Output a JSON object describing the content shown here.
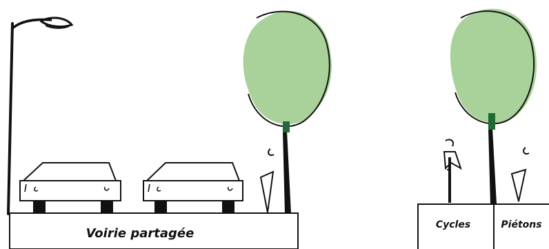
{
  "labels": {
    "shared_road": "Voirie partagée",
    "cycles": "Cycles",
    "pedestrians": "Piétons"
  },
  "colors": {
    "ink": "#111111",
    "foliage": "#a9d29a",
    "trunk": "#1f6a35",
    "background": "#ffffff"
  }
}
